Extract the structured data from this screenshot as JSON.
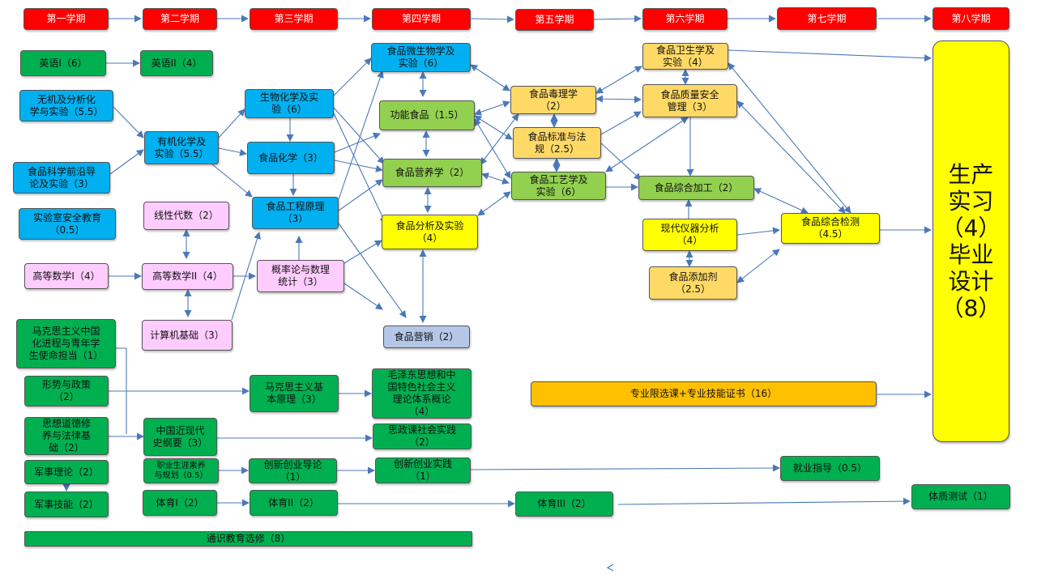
{
  "colors": {
    "semester": "#ff0000",
    "blue": "#00b0f0",
    "green": "#00b050",
    "lightgreen": "#92d050",
    "pink": "#ffccff",
    "yellow": "#ffff00",
    "orange": "#ffd966",
    "gold": "#ffc000",
    "lightblue": "#b4c7e7",
    "arrow": "#4a79b8"
  },
  "semesters": [
    "第一学期",
    "第二学期",
    "第三学期",
    "第四学期",
    "第五学期",
    "第六学期",
    "第七学期",
    "第八学期"
  ],
  "courses": {
    "english1": "英语I（6）",
    "english2": "英语II（4）",
    "inorganic": "无机及分析化\n学与实验（5.5）",
    "frontier": "食品科学前沿导\n论及实验（3）",
    "labsafety": "实验室安全教育\n（0.5）",
    "organic": "有机化学及\n实验（5.5）",
    "linear": "线性代数（2）",
    "math1": "高等数学I（4）",
    "math2": "高等数学II（4）",
    "computer": "计算机基础（3）",
    "biochem": "生物化学及实\n验（6）",
    "foodchem": "食品化学（3）",
    "foodeng": "食品工程原理\n（3）",
    "prob": "概率论与数理\n统计（3）",
    "micro": "食品微生物学及\n实验（6）",
    "functional": "功能食品（1.5）",
    "nutrition": "食品营养学（2）",
    "analysis": "食品分析及实验\n（4）",
    "marketing": "食品营销（2）",
    "toxicology": "食品毒理学\n（2）",
    "standards": "食品标准与法\n规（2.5）",
    "technology": "食品工艺学及\n实验（6）",
    "hygiene": "食品卫生学及\n实验（4）",
    "safetymgmt": "食品质量安全\n管理（3）",
    "processing": "食品综合加工（2）",
    "instrument": "现代仪器分析\n（4）",
    "additives": "食品添加剂\n（2.5）",
    "testing": "食品综合检测\n（4.5）",
    "internship": "生产\n实习\n（4）\n毕业\n设计\n（8）",
    "marxism_china": "马克思主义中国\n化进程与青年学\n生使命担当（1）",
    "situation": "形势与政策\n（2）",
    "morality": "思想道德修\n养与法律基\n础（2）",
    "military_theory": "军事理论（2）",
    "military_skill": "军事技能（2）",
    "history": "中国近现代\n史纲要（3）",
    "career": "职业生涯素养\n与规划（0.5）",
    "pe1": "体育I（2）",
    "marx_basic": "马克思主义基\n本原理（3）",
    "innovation_intro": "创新创业导论\n（1）",
    "pe2": "体育II（2）",
    "mao": "毛泽东思想和中\n国特色社会主义\n理论体系概论\n（4）",
    "ideology_practice": "思政课社会实践\n（2）",
    "innovation_practice": "创新创业实践\n（1）",
    "pe3": "体育III（2）",
    "elective": "专业限选课+专业技能证书（16）",
    "career_guide": "就业指导（0.5）",
    "fitness": "体质测试（1）",
    "general_ed": "通识教育选修（8）"
  }
}
